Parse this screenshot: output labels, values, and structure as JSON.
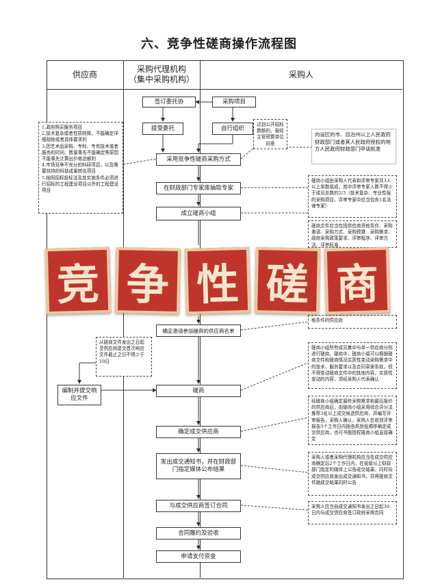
{
  "title": "六、竞争性磋商操作流程图",
  "lanes": {
    "supplier": "供应商",
    "agency": "采购代理机构\n（集中采购机构）",
    "purchaser": "采购人"
  },
  "boxes": {
    "sign_commission": "签订委托协",
    "procurement_project": "采购项目",
    "accept_commission": "接受委托",
    "self_organize": "自行组织",
    "adopt_method": "采用竞争性磋商采购方式",
    "extract_experts": "在财政部门专家库抽取专家",
    "form_group": "成立磋商小组",
    "determine_suppliers": "确定邀请参加磋商的供应商名单",
    "prepare_docs": "编制并提交响应文件",
    "negotiation": "磋商",
    "determine_winner": "确定成交供应商",
    "issue_notice": "发出成交通知书，并在财政部门指定媒体公布结果",
    "sign_contract": "与成交供应商签订合同",
    "performance": "合同履约及验收",
    "apply_payment": "申请支付资金"
  },
  "notes": {
    "applicable": "1.政府购买服务项目\n2.技术复杂或者性质特殊，不能确定详细规格或者具体要求的\n3.因艺术品采购、专利、专有技术或者服务的时间、数量事先不能确定等原因不能事先计算出价格总额的\n4.市场竞争不充分的科研项目，以及需要扶持的科技成果转化项目\n5.按照招标投标法及其实施条件必须进行招标的工程建设项目以外的工程建设项目",
    "approval": "达到公开招标数额的，报经主管预算单位同意",
    "gov_approval": "向设区的市、自治州以上人民政府财政部门或者其人民政府授权的地方人民政府财政部门申请批准",
    "group_composition": "磋商小组由采购人代表和评审专家共3人以上单数组成，其中评审专家人数不得少于成员总数的2/3（技术复杂、专业性强的采购项目，评审专家中应当包含1名法律专家）",
    "docs_content": "磋商文件应当包括供应商资格条件、采购邀请、采购方式、采购预算、采购需求、政府采购政策要求、评审程序、评审方法、评审标准、",
    "qualified_suppliers": "格条件的供应商",
    "response_deadline": "从磋商文件发出之日起至供应商提交首次响应文件截止之日不得少于10日",
    "negotiation_desc": "磋商小组所有成员集中与单一供应商分别进行磋商，磋商中，磋商小组可以根据磋商文件和磋商情况实质性变动采购需求中的技术、服务要求以及合同草案条款，但不得变动磋商文件中的其他内容，实质性变动的内容，须经采购人代表确认",
    "winner_desc": "经磋商小组确定最终采购需求和最后报价的供应商后，由磋商小组采用综合评分法推荐3名以上成交候选供应商，并编写评审报告，采购人确认，采购人在收到评审报告5个工作日内按由高到低顺序确定成交供应商，也可书面授权磋商小组直接确定",
    "notice_desc": "采购人或者采购代理机构应当在成交供应商确定后2个工作日内，在省级以上财政部门指定的媒体上公告成交结果，同时向成交供应商发出成交通知书，并将磋商文件随成交结果同时公告",
    "contract_desc": "采购人应当自成交通知书发出之日起30日内与成交供应商签订政府采购合同"
  },
  "banner": [
    "竞",
    "争",
    "性",
    "磋",
    "商"
  ],
  "colors": {
    "banner_bg": "#c0352b",
    "banner_text": "#f6e6cf",
    "banner_border": "#e9c9a0"
  }
}
